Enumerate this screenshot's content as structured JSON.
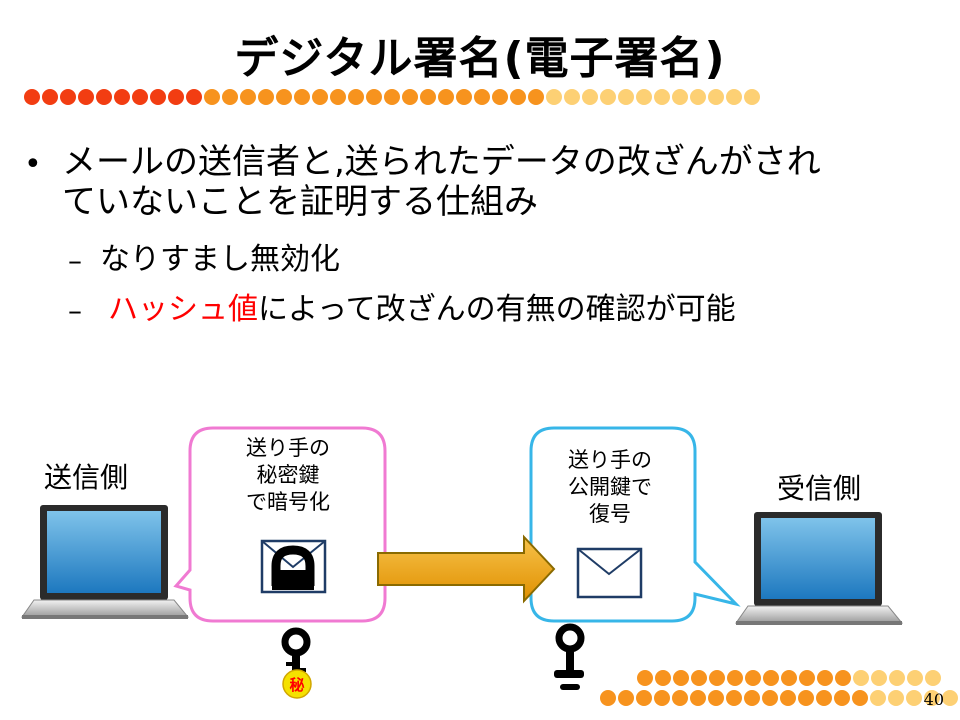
{
  "slide": {
    "title": "デジタル署名(電子署名)",
    "page_number": "40"
  },
  "bullet": {
    "marker": "•",
    "line1": "メールの送信者と,送られたデータの改ざんがされ",
    "line2": "ていないことを証明する仕組み"
  },
  "subbullets": [
    {
      "dash": "–",
      "text": "なりすまし無効化"
    },
    {
      "dash": "–",
      "highlight": "ハッシュ値",
      "text": "によって改ざんの有無の確認が可能"
    }
  ],
  "diagram": {
    "sender_label": "送信側",
    "receiver_label": "受信側",
    "left_bubble": [
      "送り手の",
      "秘密鍵",
      "で暗号化"
    ],
    "right_bubble": [
      "送り手の",
      "公開鍵で",
      "復号"
    ],
    "secret_key_mark": "秘"
  },
  "colors": {
    "dot_red": "#f23d12",
    "dot_orange": "#f7931e",
    "dot_yellow": "#fdd074",
    "highlight_red": "#ff0000",
    "arrow_fill": "#f0a400",
    "left_bubble_border": "#f07ad2",
    "right_bubble_border": "#37b6e8"
  }
}
